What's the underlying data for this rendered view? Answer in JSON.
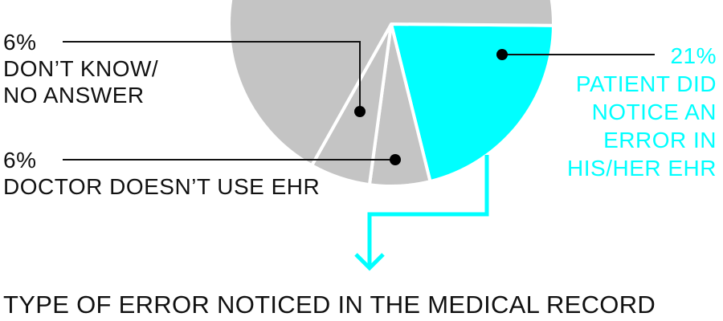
{
  "chart_data": {
    "type": "pie",
    "slices": [
      {
        "name": "patient-noticed-error",
        "value": 21,
        "pct_label": "21%",
        "label_lines": [
          "PATIENT DID",
          "NOTICE AN",
          "ERROR IN",
          "HIS/HER EHR"
        ],
        "color": "#00ffff"
      },
      {
        "name": "doctor-no-ehr",
        "value": 6,
        "pct_label": "6%",
        "label_lines": [
          "DOCTOR DOESN’T USE EHR"
        ],
        "color": "#c4c4c4"
      },
      {
        "name": "dont-know",
        "value": 6,
        "pct_label": "6%",
        "label_lines": [
          "DON’T KNOW/",
          "NO ANSWER"
        ],
        "color": "#c4c4c4"
      },
      {
        "name": "other",
        "value": 67,
        "color": "#c4c4c4"
      }
    ],
    "title": "TYPE OF ERROR NOTICED IN THE MEDICAL RECORD"
  }
}
